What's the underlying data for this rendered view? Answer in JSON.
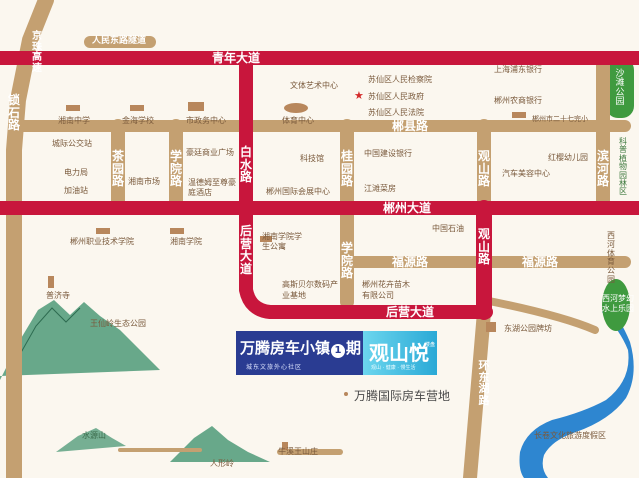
{
  "roads": {
    "qingnian": "青年大道",
    "chenxian": "郴县路",
    "chenzhou": "郴州大道",
    "fuyuan_left": "福源路",
    "fuyuan_right": "福源路",
    "houying": "后营大道",
    "houying_v": "后营大道",
    "baishui": "白水路",
    "guanshan_top": "观山路",
    "guanshan_red": "观山路",
    "huandong": "环东湖路",
    "suoshi": "锁石路",
    "jingzhu": "京珠高速",
    "renmin_tunnel": "人民东路隧道",
    "chayuan": "茶园路",
    "xueyuan_top": "学院路",
    "guiyuan": "桂园路",
    "xueyuan_bottom": "学院路",
    "binhe": "滨河路"
  },
  "pois": {
    "wenyi": "文体艺术中心",
    "jianchayuan": "苏仙区人民检察院",
    "zhengfu": "苏仙区人民政府",
    "fayuan": "苏仙区人民法院",
    "tiyu": "体育中心",
    "shanghai_bank": "上海浦东银行",
    "nongshang": "郴州农商银行",
    "ershiqi": "郴州市二十七完小",
    "shatan": "沙滩公园",
    "xiangnan_middle": "湘南中学",
    "jinhai": "金海学校",
    "shizheng": "市政务中心",
    "chengji": "城际公交站",
    "dianli": "电力局",
    "jiayou": "加油站",
    "xiangnan_shi": "湘南市场",
    "haoting": "豪廷商业广场",
    "wenchang": "温德姆至尊豪庭酒店",
    "kejiguan": "科技馆",
    "huizhan": "郴州国际会展中心",
    "jianshe": "中国建设银行",
    "jiangcheng": "江滩菜房",
    "meirong": "汽车美容中心",
    "hongying": "红樱幼儿园",
    "keji_park": "科普植物园林区",
    "zhiye": "郴州职业技术学院",
    "xiangnan_college": "湘南学院",
    "xiangnan_apt": "湘南学院学生公寓",
    "shiyou": "中国石油",
    "dongtang": "东湖公园牌坊",
    "gaosi": "高斯贝尔数码产业基地",
    "huahui": "郴州花卉苗木有限公司",
    "puji": "普济寺",
    "wangxian": "王仙岭生态公园",
    "xihu": "西河梦幻水上乐园",
    "xihe_park": "西河体育公园",
    "shuiyuan": "水源山",
    "niuwang": "牛溪王山庄",
    "renxing": "人形岭",
    "changjuan": "长卷文化旅游度假区"
  },
  "brand": {
    "main": "万腾房车小镇",
    "phase_num": "1",
    "phase_char": "期",
    "sub": "城东文旅外心社区",
    "guanshan": "观山悦",
    "guanshan_badge": "楼盘",
    "guanshan_sub": "观山 · 健康 · 慢生活"
  },
  "camp": "万腾国际房车营地",
  "colors": {
    "main_road": "#c8163c",
    "secondary_road": "#c4a071",
    "label_text": "#7a5a3c",
    "brand_navy": "#2a3c92",
    "brand_cyan": "#45bfe2",
    "river": "#2e86d0",
    "park_green": "#3f9a3f"
  }
}
